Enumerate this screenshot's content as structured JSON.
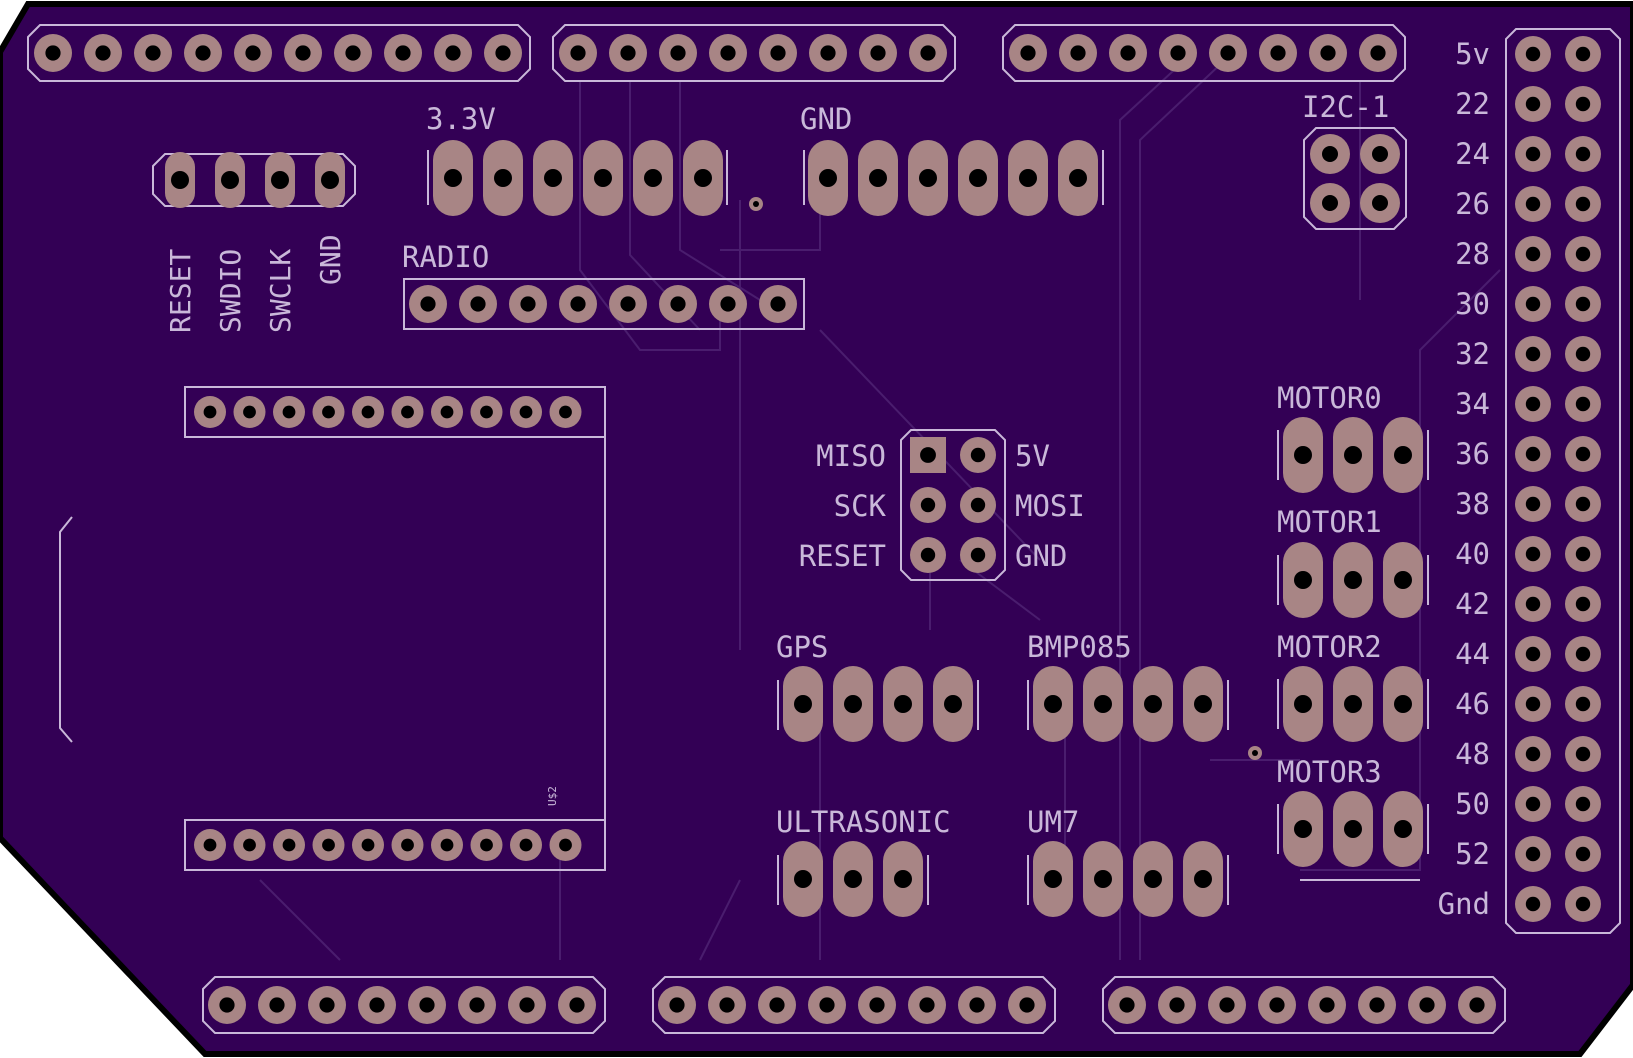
{
  "colors": {
    "board": "#330055",
    "board_edge": "#000000",
    "silkscreen": "#c9b8d9",
    "pad": "#a88585",
    "drill": "#000000",
    "trace": "#4a1d6e"
  },
  "labels": {
    "v33": "3.3V",
    "gnd_rail": "GND",
    "i2c": "I2C-1",
    "radio": "RADIO",
    "swd": [
      "RESET",
      "SWDIO",
      "SWCLK",
      "GND"
    ],
    "icsp_left": [
      "MISO",
      "SCK",
      "RESET"
    ],
    "icsp_right": [
      "5V",
      "MOSI",
      "GND"
    ],
    "motors": [
      "MOTOR0",
      "MOTOR1",
      "MOTOR2",
      "MOTOR3"
    ],
    "gps": "GPS",
    "bmp": "BMP085",
    "ultrasonic": "ULTRASONIC",
    "um7": "UM7",
    "u2": "U$2",
    "digital_header": [
      "5v",
      "22",
      "24",
      "26",
      "28",
      "30",
      "32",
      "34",
      "36",
      "38",
      "40",
      "42",
      "44",
      "46",
      "48",
      "50",
      "52",
      "Gnd"
    ]
  }
}
